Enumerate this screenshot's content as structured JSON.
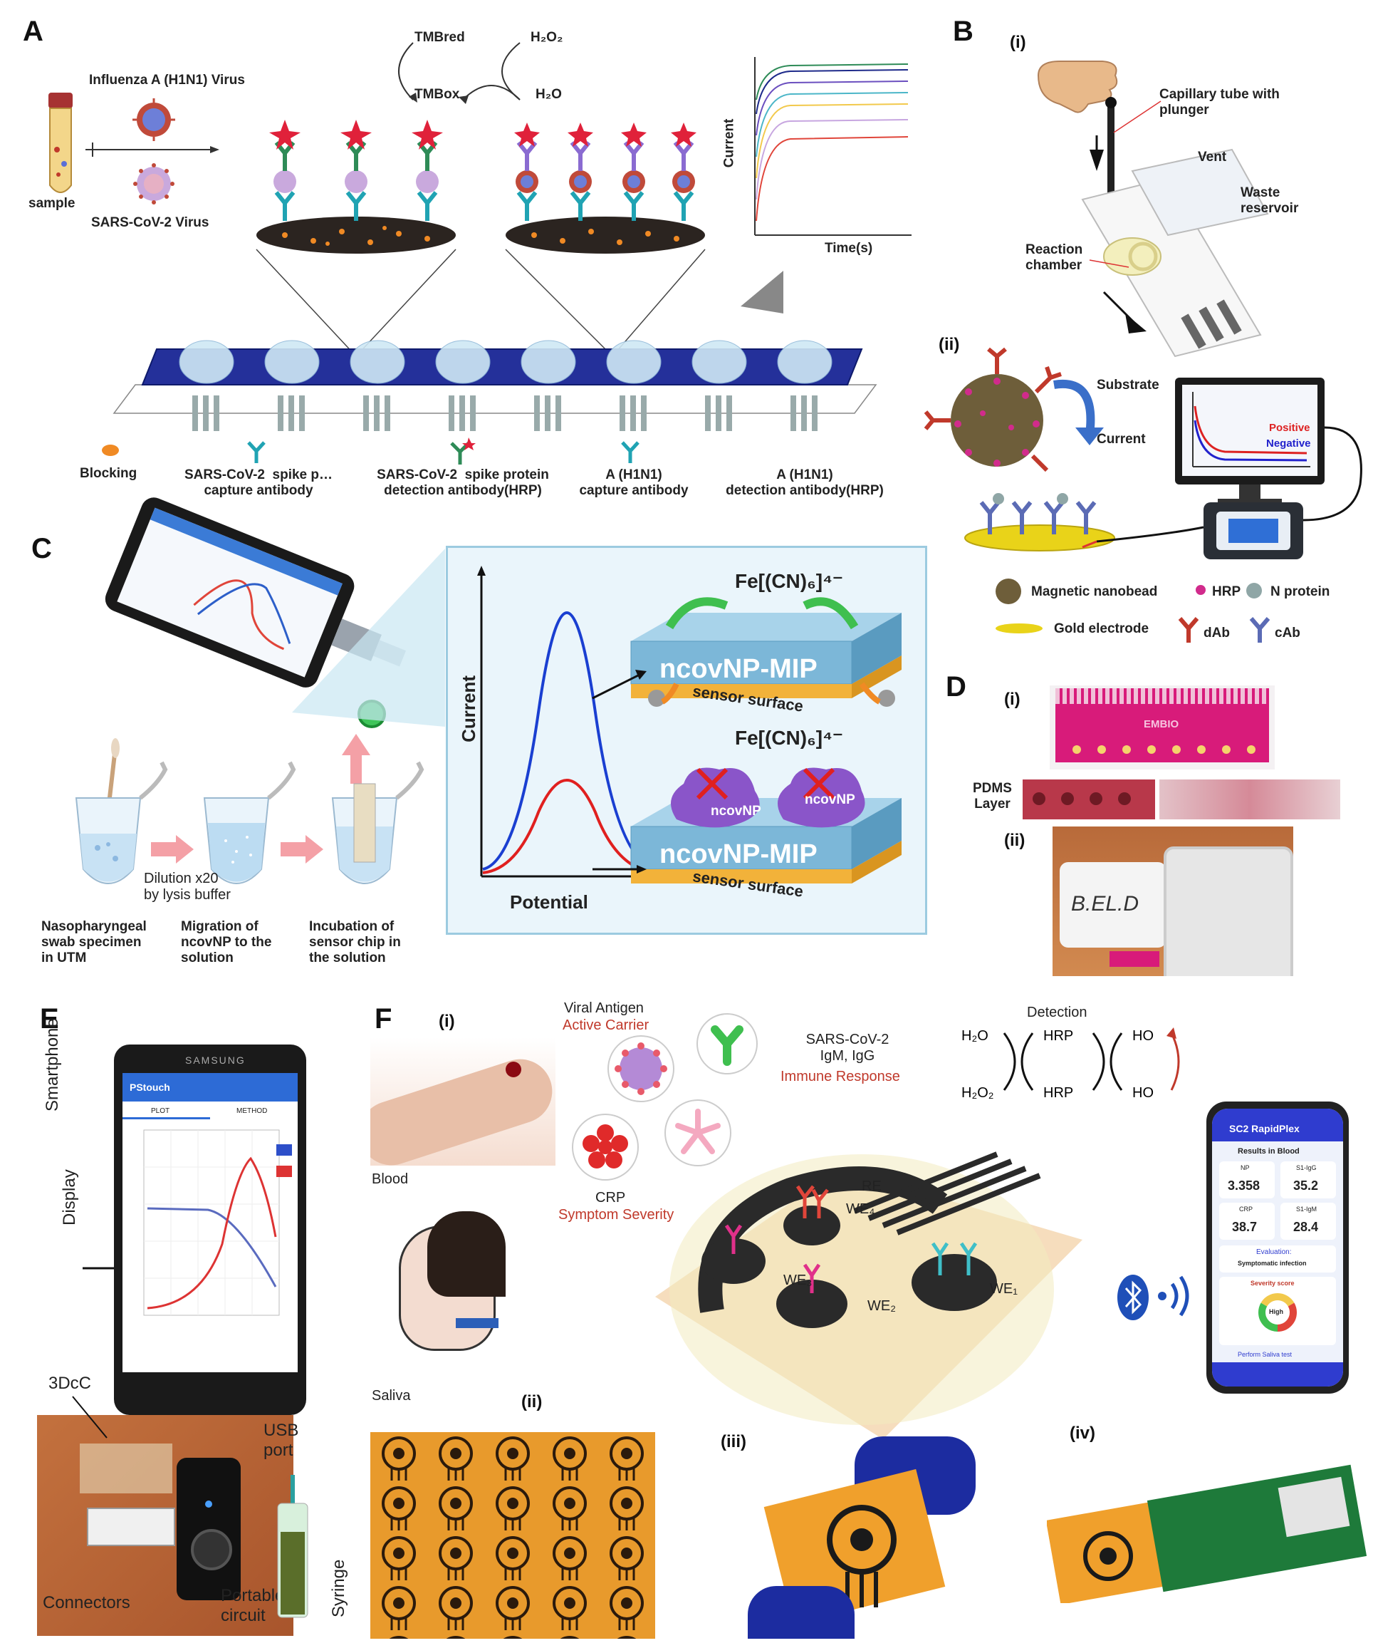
{
  "panels": {
    "A": {
      "label": "A",
      "sample": "sample",
      "flu_virus": "Influenza A (H1N1) Virus",
      "sars_virus": "SARS-CoV-2 Virus",
      "tmb_red": "TMBred",
      "tmb_ox": "TMBox",
      "h2o2": "H₂O₂",
      "h2o": "H₂O",
      "y_axis": "Current",
      "x_axis": "Time(s)",
      "legend": [
        {
          "text": "Blocking"
        },
        {
          "text": "SARS-CoV-2  spike p…\ncapture antibody"
        },
        {
          "text": "SARS-CoV-2  spike protein\ndetection antibody(HRP)"
        },
        {
          "text": "A (H1N1)\ncapture antibody"
        },
        {
          "text": "A (H1N1)\ndetection antibody(HRP)"
        }
      ]
    },
    "B": {
      "label": "B",
      "sub_i": "(i)",
      "sub_ii": "(ii)",
      "capillary": "Capillary tube with\nplunger",
      "vent": "Vent",
      "waste": "Waste\nreservoir",
      "reaction": "Reaction\nchamber",
      "substrate": "Substrate",
      "current": "Current",
      "positive": "Positive",
      "negative": "Negative",
      "legend": [
        {
          "text": "Magnetic nanobead"
        },
        {
          "text": "HRP"
        },
        {
          "text": "N protein"
        },
        {
          "text": "Gold electrode"
        },
        {
          "text": "dAb"
        },
        {
          "text": "cAb"
        }
      ]
    },
    "C": {
      "label": "C",
      "fe_top": "Fe[(CN)₆]⁴⁻",
      "fe_bottom": "Fe[(CN)₆]⁴⁻",
      "layer": "ncovNP-MIP",
      "surface": "sensor surface",
      "ncovnp": "ncovNP",
      "y_axis": "Current",
      "x_axis": "Potential",
      "dilution": "Dilution x20\nby lysis buffer",
      "steps": [
        {
          "text": "Nasopharyngeal\nswab specimen\nin UTM"
        },
        {
          "text": "Migration of\nncovNP to the\nsolution"
        },
        {
          "text": "Incubation of\nsensor chip in\nthe solution"
        }
      ]
    },
    "D": {
      "label": "D",
      "sub_i": "(i)",
      "sub_ii": "(ii)",
      "pdms": "PDMS\nLayer",
      "device": "B.EL.D",
      "chip": "EMBIO"
    },
    "E": {
      "label": "E",
      "smartphone": "Smartphone",
      "display": "Display",
      "brand": "SAMSUNG",
      "app": "PStouch",
      "tab_plot": "PLOT",
      "tab_method": "METHOD",
      "threedcc": "3DcC",
      "usb": "USB\nport",
      "connectors": "Connectors",
      "portable": "Portable\ncircuit",
      "syringe": "Syringe"
    },
    "F": {
      "label": "F",
      "sub_i": "(i)",
      "sub_ii": "(ii)",
      "sub_iii": "(iii)",
      "sub_iv": "(iv)",
      "blood": "Blood",
      "saliva": "Saliva",
      "viral_antigen": "Viral Antigen",
      "active_carrier": "Active Carrier",
      "sars_title": "SARS-CoV-2\nIgM, IgG",
      "immune": "Immune Response",
      "crp": "CRP",
      "symptom": "Symptom Severity",
      "detection": "Detection",
      "re": "RE",
      "we1": "WE₁",
      "we2": "WE₂",
      "we3": "WE₃",
      "we4": "WE₄",
      "phone": {
        "title": "SC2 RapidPlex",
        "results": "Results in Blood",
        "np_label": "NP",
        "np_value": "3.358",
        "s1igg_label": "S1-IgG",
        "s1igg_value": "35.2",
        "crp_label": "CRP",
        "crp_value": "38.7",
        "s1igm_label": "S1-IgM",
        "s1igm_value": "28.4",
        "evaluation": "Evaluation:",
        "symptomatic": "Symptomatic infection",
        "severity": "Severity score",
        "high": "High",
        "saliva_btn": "Perform Saliva test"
      }
    }
  },
  "colors": {
    "navy": "#1f2b8f",
    "red": "#c0392b",
    "orange": "#e8732a",
    "kapton": "#e89a2c",
    "magenta": "#c2185b"
  }
}
